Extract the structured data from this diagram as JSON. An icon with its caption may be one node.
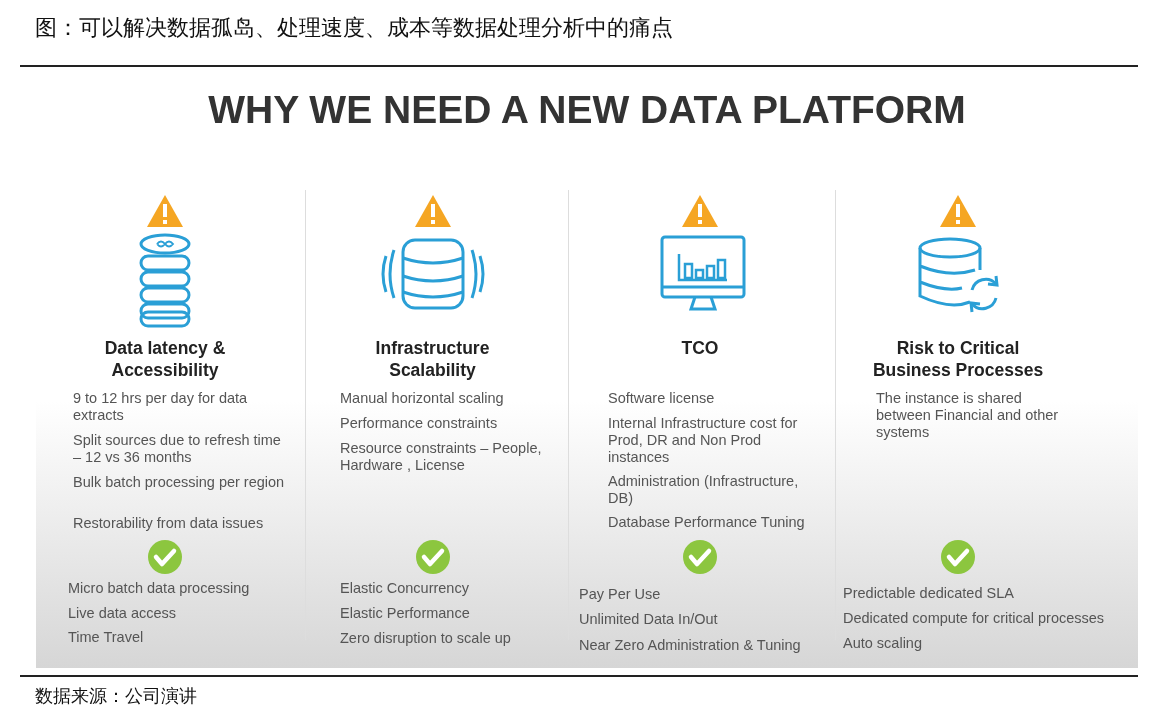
{
  "diagram": {
    "title": "图：可以解决数据孤岛、处理速度、成本等数据处理分析中的痛点",
    "nodes": [
      {
        "text": [
          "Data latency & Accessibility",
          "9 to 12 hrs per day for data extracts",
          "Split sources due to refresh time – 12 vs 36 months",
          "Bulk batch processing per region",
          "Restorability from data issues",
          "Micro batch data processing",
          "Live data access",
          "Time Travel"
        ]
      },
      {
        "text": [
          "Infrastructure Scalability",
          "Manual horizontal scaling",
          "Performance constraints",
          "Resource constraints – People, Hardware , License",
          "Elastic Concurrency",
          "Elastic Performance",
          "Zero disruption to scale up"
        ]
      },
      {
        "text": [
          "TCO",
          "Software  license",
          "Internal Infrastructure cost for Prod, DR and Non Prod instances",
          "Administration (Infrastructure, DB)",
          "Database Performance Tuning",
          "Pay Per Use",
          "Unlimited Data In/Out",
          "Near Zero Administration & Tuning"
        ]
      },
      {
        "text": [
          "Risk to Critical Business Processes",
          "The instance is shared between Financial and other systems",
          "Predictable dedicated SLA",
          "Dedicated compute for critical processes",
          "Auto scaling"
        ]
      }
    ],
    "labels": [
      "WHY WE NEED A NEW DATA PLATFORM",
      "数据来源：公司演讲"
    ]
  }
}
